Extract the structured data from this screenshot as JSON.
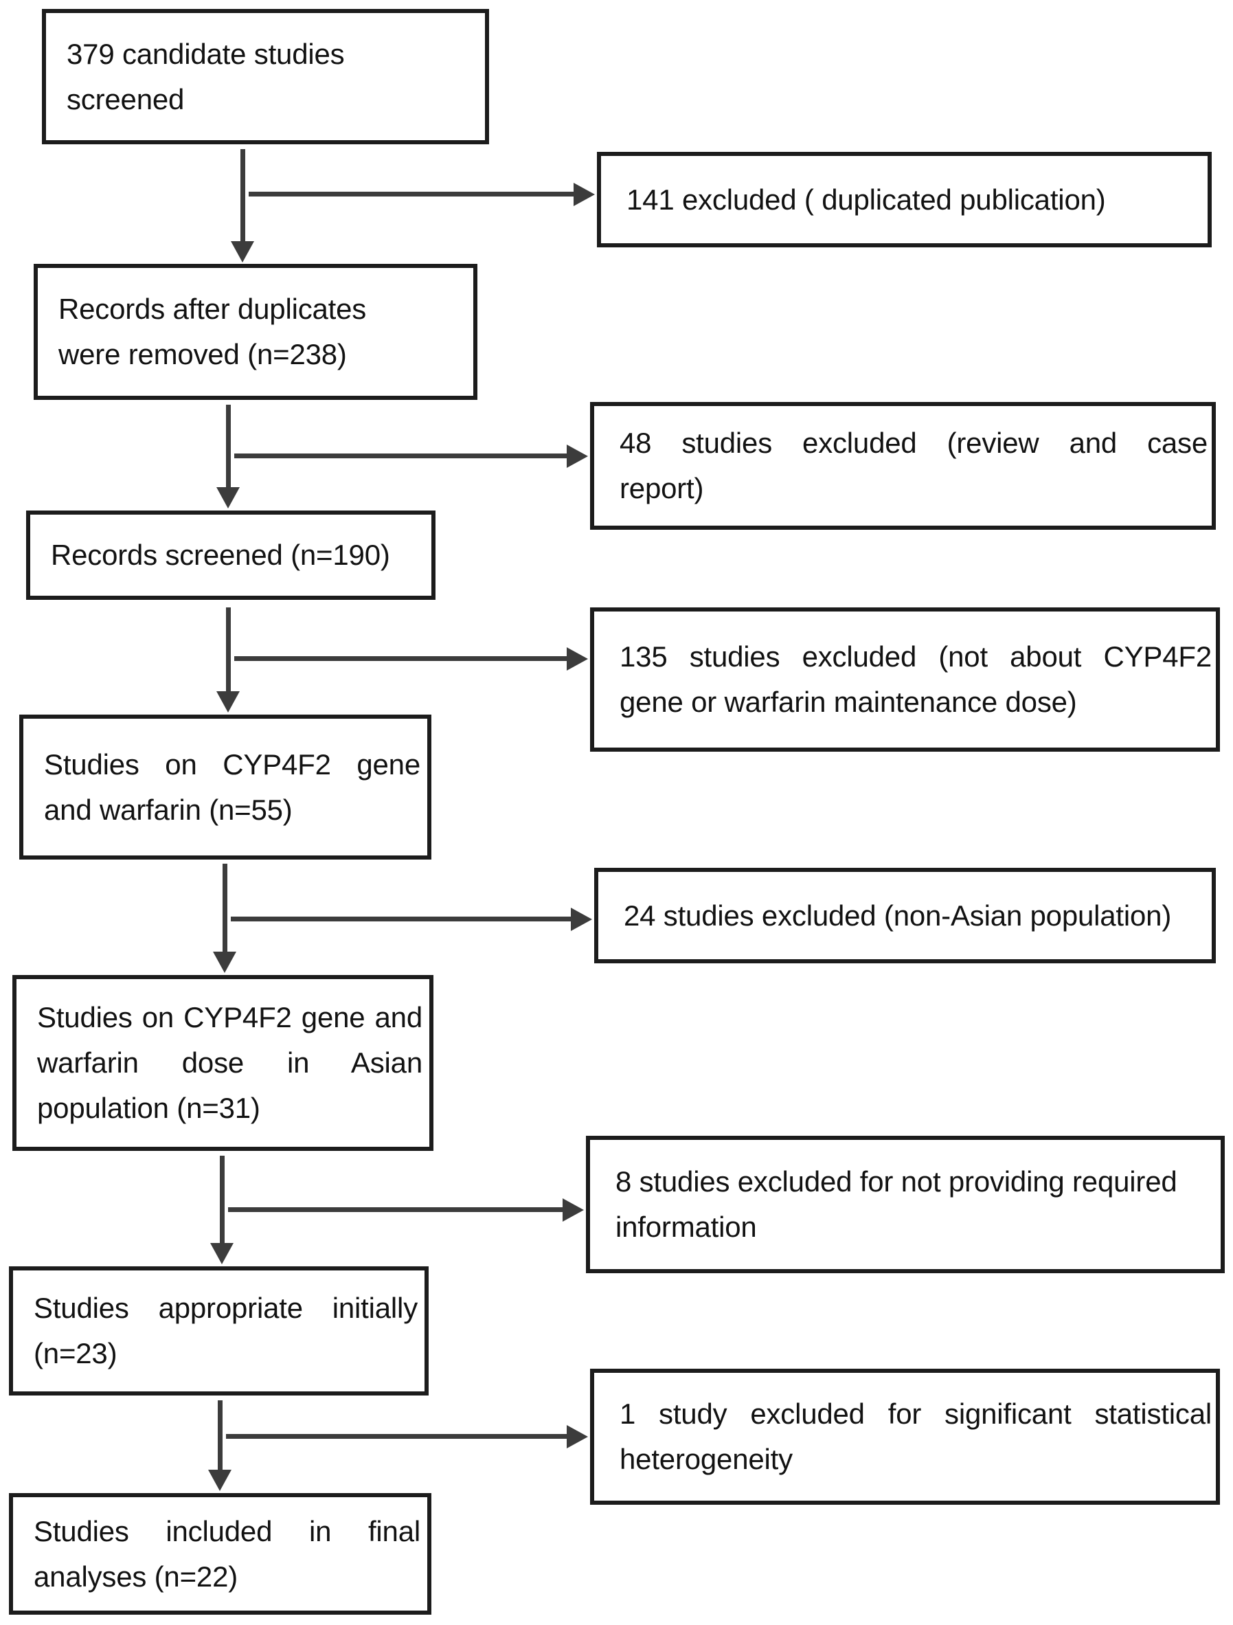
{
  "diagram": {
    "type": "study-selection-flowchart",
    "colors": {
      "background": "#ffffff",
      "box_border": "#1c1c1c",
      "arrow": "#3c3c3c",
      "text": "#121212"
    },
    "left_boxes": [
      {
        "name": "candidate-studies-screened",
        "lines": [
          "379 candidate studies",
          "screened"
        ]
      },
      {
        "name": "records-after-duplicates",
        "lines": [
          "Records after duplicates",
          "were removed (n=238)"
        ]
      },
      {
        "name": "records-screened",
        "lines": [
          "Records screened (n=190)"
        ]
      },
      {
        "name": "studies-cyp4f2-warfarin",
        "lines": [
          "Studies on CYP4F2 gene",
          "and warfarin (n=55)"
        ]
      },
      {
        "name": "studies-asian-population",
        "lines": [
          "Studies on CYP4F2 gene and",
          "warfarin dose in Asian",
          "population (n=31)"
        ]
      },
      {
        "name": "studies-appropriate-initially",
        "lines": [
          "Studies appropriate initially",
          "(n=23)"
        ]
      },
      {
        "name": "studies-included-final",
        "lines": [
          "Studies included in final",
          "analyses (n=22)"
        ]
      }
    ],
    "right_boxes": [
      {
        "name": "excluded-duplicated-publication",
        "lines": [
          "141 excluded ( duplicated publication)"
        ]
      },
      {
        "name": "excluded-review-case-report",
        "lines": [
          "48 studies excluded (review and case",
          "report)"
        ]
      },
      {
        "name": "excluded-not-about-cyp4f2",
        "lines": [
          "135 studies excluded (not about CYP4F2",
          "gene or warfarin maintenance dose)"
        ]
      },
      {
        "name": "excluded-non-asian",
        "lines": [
          "24 studies excluded (non-Asian population)"
        ]
      },
      {
        "name": "excluded-no-required-info",
        "lines": [
          "8 studies excluded for not providing required",
          "information"
        ]
      },
      {
        "name": "excluded-heterogeneity",
        "lines": [
          "1 study excluded for significant statistical",
          "heterogeneity"
        ]
      }
    ]
  }
}
